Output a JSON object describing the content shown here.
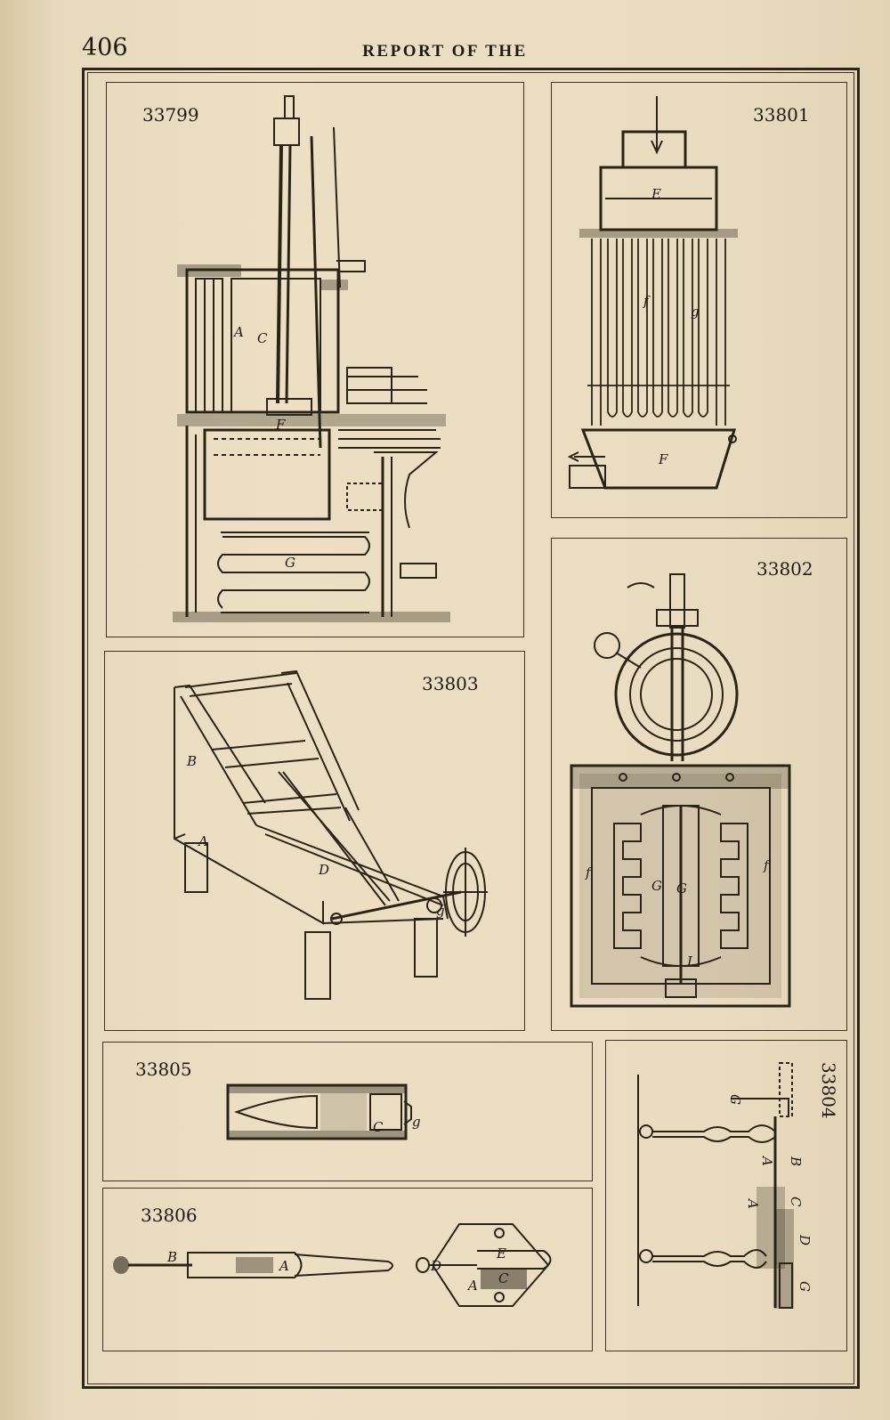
{
  "header": {
    "page_number": "406",
    "running_head": "REPORT OF THE"
  },
  "figures": [
    {
      "id": "fig-33799",
      "patent_number": "33799",
      "labels": [
        "A",
        "C",
        "F",
        "G"
      ]
    },
    {
      "id": "fig-33801",
      "patent_number": "33801",
      "labels": [
        "E",
        "f",
        "g",
        "F"
      ]
    },
    {
      "id": "fig-33802",
      "patent_number": "33802",
      "labels": [
        "f",
        "f",
        "G",
        "G",
        "I"
      ]
    },
    {
      "id": "fig-33803",
      "patent_number": "33803",
      "labels": [
        "B",
        "A",
        "D",
        "g"
      ]
    },
    {
      "id": "fig-33805",
      "patent_number": "33805",
      "labels": [
        "C",
        "g"
      ]
    },
    {
      "id": "fig-33806",
      "patent_number": "33806",
      "labels": [
        "B",
        "A",
        "D",
        "E",
        "A",
        "C"
      ]
    },
    {
      "id": "fig-33804",
      "patent_number": "33804",
      "labels": [
        "G",
        "B",
        "A",
        "C",
        "A",
        "D",
        "G"
      ]
    }
  ],
  "colors": {
    "paper": "#e9dcc0",
    "ink": "#2a2418"
  }
}
